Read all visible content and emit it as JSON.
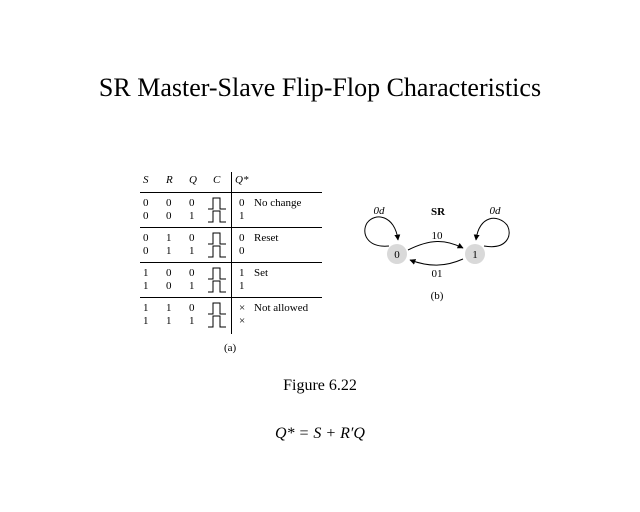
{
  "title": "SR Master-Slave Flip-Flop Characteristics",
  "table": {
    "headers": [
      "S",
      "R",
      "Q",
      "C",
      "Q*"
    ],
    "rows": [
      {
        "s": "0",
        "r": "0",
        "q": "0",
        "qstar": "0",
        "note": "No change"
      },
      {
        "s": "0",
        "r": "0",
        "q": "1",
        "qstar": "1",
        "note": ""
      },
      {
        "s": "0",
        "r": "1",
        "q": "0",
        "qstar": "0",
        "note": "Reset"
      },
      {
        "s": "0",
        "r": "1",
        "q": "1",
        "qstar": "0",
        "note": ""
      },
      {
        "s": "1",
        "r": "0",
        "q": "0",
        "qstar": "1",
        "note": "Set"
      },
      {
        "s": "1",
        "r": "0",
        "q": "1",
        "qstar": "1",
        "note": ""
      },
      {
        "s": "1",
        "r": "1",
        "q": "0",
        "qstar": "×",
        "note": "Not allowed"
      },
      {
        "s": "1",
        "r": "1",
        "q": "1",
        "qstar": "×",
        "note": ""
      }
    ],
    "clock_icon": "clock-pulse-icon",
    "caption": "(a)"
  },
  "state_diagram": {
    "input_label": "SR",
    "states": [
      "0",
      "1"
    ],
    "self_loop_0": "0d",
    "self_loop_1": "0d",
    "transition_0_to_1": "10",
    "transition_1_to_0": "01",
    "caption": "(b)",
    "state_fill": "#d9d9d9"
  },
  "figure_label": "Figure 6.22",
  "equation": "Q* = S + R′Q"
}
